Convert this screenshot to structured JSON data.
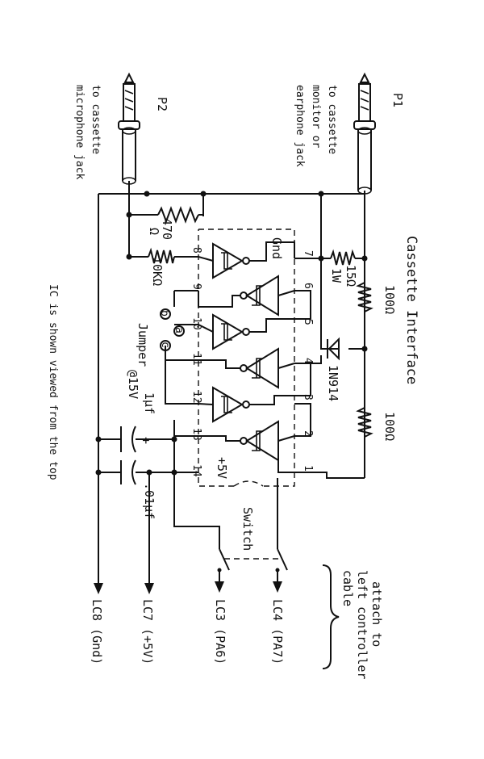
{
  "title": "Cassette Interface",
  "plugs": {
    "p1": {
      "name": "P1",
      "desc_lines": [
        "to cassette",
        "monitor or",
        "earphone jack"
      ]
    },
    "p2": {
      "name": "P2",
      "desc_lines": [
        "to cassette",
        "microphone jack"
      ]
    }
  },
  "components": {
    "r470": {
      "value": "470",
      "unit": "Ω"
    },
    "r10k": "10KΩ",
    "r15": {
      "value": "15Ω",
      "rating": "1W"
    },
    "r100_a": "100Ω",
    "r100_b": "100Ω",
    "diode": "1N914",
    "cap1": {
      "value": "1μf",
      "rating": "@15V"
    },
    "cap2": ".01μf"
  },
  "ic": {
    "gnd_label": "Gnd",
    "vcc_label": "+5V",
    "pins_top": [
      "7",
      "6",
      "5",
      "4",
      "3",
      "2",
      "1"
    ],
    "pins_bottom": [
      "8",
      "9",
      "10",
      "11",
      "12",
      "13",
      "14"
    ],
    "note": "IC is shown viewed from the top"
  },
  "jumper": {
    "label": "Jumper",
    "points": [
      "b",
      "a",
      "c"
    ]
  },
  "polarity_plus": "+",
  "switch_label": "Switch",
  "attach_lines": [
    "attach to",
    "left controller",
    "cable"
  ],
  "leads": [
    "LC4 (PA7)",
    "LC3 (PA6)",
    "LC7 (+5V)",
    "LC8 (Gnd)"
  ]
}
